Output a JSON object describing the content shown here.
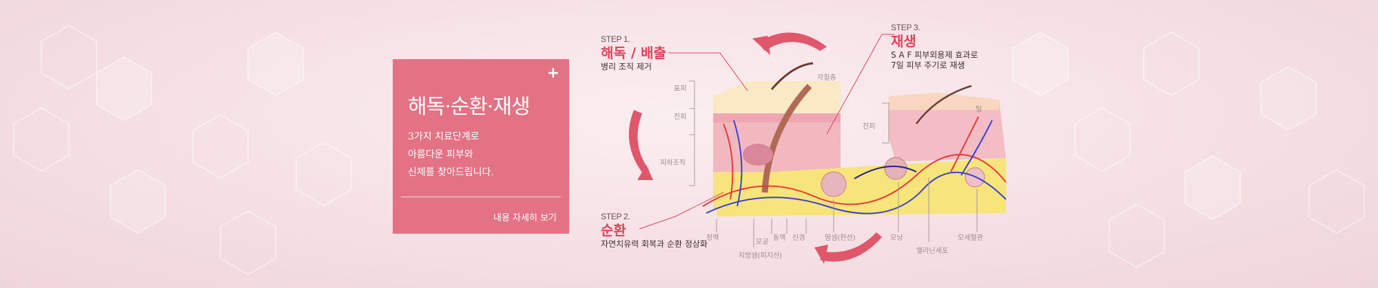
{
  "card": {
    "title": "해독·순환·재생",
    "desc": [
      "3가지 치료단계로",
      "아름다운 피부와",
      "신체를 찾아드립니다."
    ],
    "more": "내용 자세히 보기",
    "plus": "+"
  },
  "steps": [
    {
      "num": "STEP 1.",
      "title": "해독 / 배출",
      "desc": [
        "병리 조직 제거"
      ]
    },
    {
      "num": "STEP 2.",
      "title": "순환",
      "desc": [
        "자연치유력 회복과 순환 정상화"
      ]
    },
    {
      "num": "STEP 3.",
      "title": "재생",
      "desc": [
        "S A F 피부외용제 효과로",
        "7일 피부 주기로 재생"
      ]
    }
  ],
  "labels": {
    "epidermis": "표피",
    "dermis": "진피",
    "subcutis": "피하조직",
    "stratum": "각질층",
    "dermis_right": "진피",
    "hair": "털",
    "vein": "정맥",
    "pore": "모공",
    "artery": "동맥",
    "nerve": "신경",
    "sweat": "땀샘(한선)",
    "follicle": "모낭",
    "fat": "지방샘(피지선)",
    "melanin": "멜라닌세포",
    "capillary": "모세혈관"
  },
  "colors": {
    "accent": "#e2425a",
    "card": "#e27284",
    "arrow": "#e0566b"
  }
}
